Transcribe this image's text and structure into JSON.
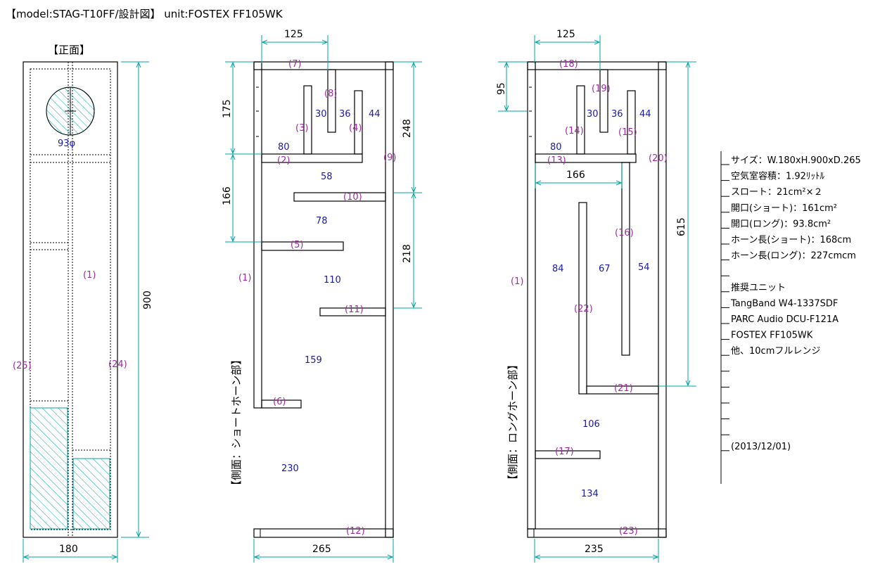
{
  "title": "【model:STAG-T10FF/設計図】 unit:FOSTEX FF105WK",
  "front": {
    "label": "【正面】",
    "unit_diameter": "93φ",
    "part_label": "(1)",
    "part_25": "(25)",
    "part_24": "(24)",
    "width_dim": "180",
    "height_dim": "900"
  },
  "short_side": {
    "label": "【側面：ショートホーン部】",
    "dims": {
      "top_125": "125",
      "left_175": "175",
      "left_166": "166",
      "right_248": "248",
      "right_218": "218",
      "bottom_265": "265"
    },
    "values": {
      "v30": "30",
      "v36": "36",
      "v44": "44",
      "v80": "80",
      "v58": "58",
      "v78": "78",
      "v110": "110",
      "v159": "159",
      "v230": "230"
    },
    "parts": {
      "p1": "(1)",
      "p2": "(2)",
      "p3": "(3)",
      "p4": "(4)",
      "p5": "(5)",
      "p6": "(6)",
      "p7": "(7)",
      "p8": "(8)",
      "p9": "(9)",
      "p10": "(10)",
      "p11": "(11)",
      "p12": "(12)"
    }
  },
  "long_side": {
    "label": "【側面：ロングホーン部】",
    "dims": {
      "top_125": "125",
      "left_95": "95",
      "mid_166": "166",
      "right_615": "615",
      "bottom_235": "235"
    },
    "values": {
      "v30": "30",
      "v36": "36",
      "v44": "44",
      "v80": "80",
      "v84": "84",
      "v67": "67",
      "v54": "54",
      "v106": "106",
      "v134": "134"
    },
    "parts": {
      "p1": "(1)",
      "p13": "(13)",
      "p14": "(14)",
      "p15": "(15)",
      "p16": "(16)",
      "p17": "(17)",
      "p18": "(18)",
      "p19": "(19)",
      "p20": "(20)",
      "p21": "(21)",
      "p22": "(22)",
      "p23": "(23)"
    }
  },
  "specs": [
    "サイズ：W.180xH.900xD.265",
    "空気室容積：1.92ﾘｯﾄﾙ",
    "スロート：21cm²×２",
    "開口(ショート)：161cm²",
    "開口(ロング)：93.8cm²",
    "ホーン長(ショート)：168cm",
    "ホーン長(ロング)：227cmcm",
    "",
    "推奨ユニット",
    "TangBand W4-1337SDF",
    "PARC Audio DCU-F121A",
    "FOSTEX FF105WK",
    "他、10cmフルレンジ",
    "",
    "",
    "",
    "",
    "",
    "(2013/12/01)"
  ],
  "colors": {
    "dimension": "#00a3a3",
    "value_text": "#1a1aa8",
    "part_text": "#a02aa0",
    "outline": "#000000"
  }
}
